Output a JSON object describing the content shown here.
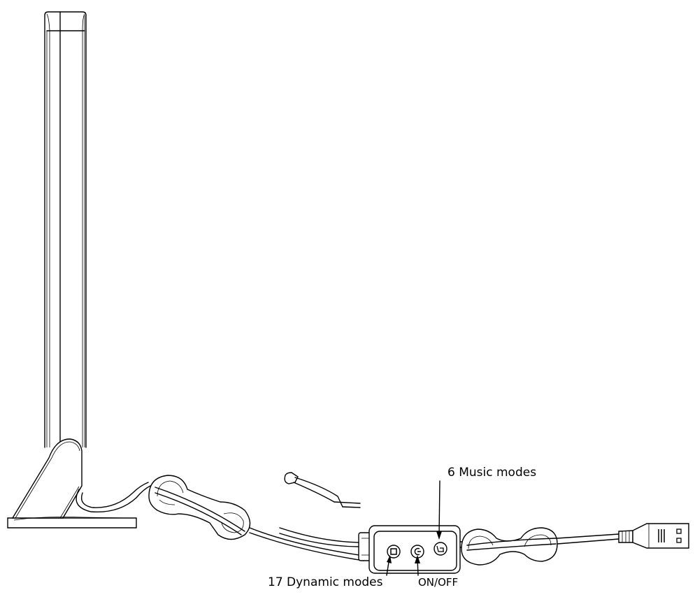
{
  "diagram": {
    "labels": {
      "music_modes": "6 Music modes",
      "dynamic_modes": "17 Dynamic modes",
      "on_off": "ON/OFF"
    },
    "colors": {
      "line": "#000000",
      "background": "#ffffff"
    }
  }
}
